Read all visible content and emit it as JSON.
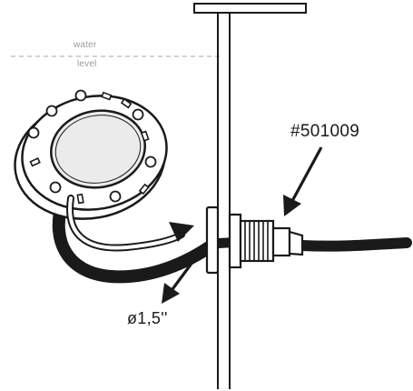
{
  "labels": {
    "water_line_1": "water",
    "water_line_2": "level",
    "part_number": "#501009",
    "diameter": "ø1,5''"
  },
  "colors": {
    "ink": "#1a1a1a",
    "water_line": "#a8a8a8",
    "water_text": "#9a9a9a",
    "lens_fill": "#ebebeb",
    "background": "#ffffff"
  },
  "components": {
    "flange_holes": 7,
    "flange_slots": 6
  }
}
